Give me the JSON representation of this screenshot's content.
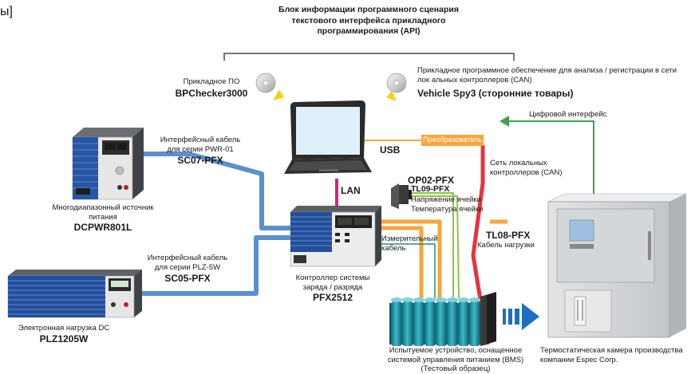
{
  "header": {
    "corner_text": "ы]",
    "api_title": [
      "Блок информации программного сценария",
      "текстового интерфейса прикладного",
      "программирования (API)"
    ]
  },
  "software": {
    "app_caption": "Прикладное ПО",
    "app_name": "BPChecker3000",
    "can_caption": [
      "Прикладное программное обеспечение для анализа / регистрации в сети",
      "лок альных контроллеров (CAN)"
    ],
    "can_name": "Vehicle Spy3 (сторонние товары)"
  },
  "links": {
    "digital_interface": "Цифровой интерфейс",
    "usb": "USB",
    "converter": "Преобразователь",
    "can_network": [
      "Сеть локальных",
      "контроллеров (CAN)"
    ],
    "lan": "LAN",
    "op02_name": "OP02-PFX",
    "tl09_name": "TL09-PFX",
    "cell_voltage": "Напряжение ячейки",
    "cell_temp": "Температура ячейки",
    "tl08_name": "TL08-PFX",
    "load_cable": "Кабель нагрузки",
    "measuring_cable": [
      "Измерительный",
      "кабель"
    ],
    "pwr_cable": [
      "Интерфейсный кабель",
      "для серии PWR-01"
    ],
    "pwr_cable_model": "SC07-PFX",
    "plz_cable": [
      "Интерфейсный кабель",
      "для серии PLZ-5W"
    ],
    "plz_cable_model": "SC05-PFX"
  },
  "devices": {
    "dcpwr_caption": [
      "Многодиапазонный источник",
      "питания"
    ],
    "dcpwr_model": "DCPWR801L",
    "pfx_caption": [
      "Контроллер системы",
      "заряда / разряда"
    ],
    "pfx_model": "PFX2512",
    "plz_caption": "Электронная нагрузка DC",
    "plz_model": "PLZ1205W",
    "dut_caption": [
      "Испытуемое устройство, оснащенное",
      "системой управления питанием (BMS)",
      "(Тестовый образец)"
    ],
    "chamber_caption": [
      "Термостатическая камера производства",
      "компании Espec Corp."
    ]
  },
  "colors": {
    "cable_blue": "#5b8fd0",
    "can_red": "#e8323a",
    "usb_orange": "#f6a53c",
    "lan_magenta": "#d6257e",
    "digital_green": "#3fa14f",
    "volt_green": "#8dc63f",
    "arrow_blue": "#1c6fc2",
    "measure_teal": "#2a8a7a"
  }
}
